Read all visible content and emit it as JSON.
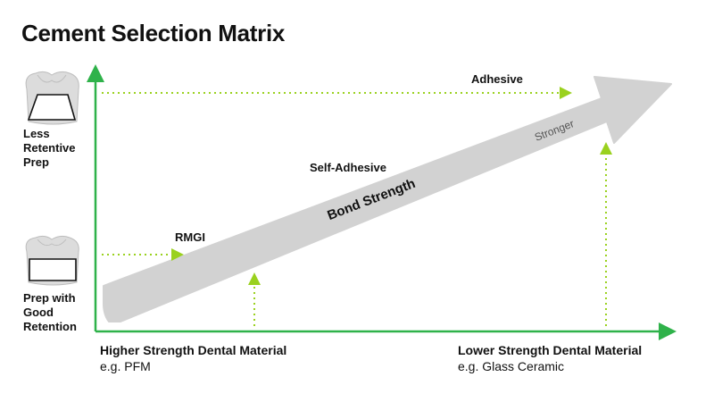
{
  "title": "Cement Selection Matrix",
  "y_axis": {
    "top_label": "Less\nRetentive\nPrep",
    "bottom_label": "Prep with\nGood\nRetention"
  },
  "x_axis": {
    "left_label": "Higher Strength Dental Material",
    "left_example": "e.g. PFM",
    "right_label": "Lower Strength Dental Material",
    "right_example": "e.g. Glass Ceramic"
  },
  "cements": {
    "rmgi": "RMGI",
    "self_adhesive": "Self-Adhesive",
    "adhesive": "Adhesive"
  },
  "arrow": {
    "label": "Bond Strength",
    "end_label": "Stronger"
  },
  "colors": {
    "axis": "#2fb24a",
    "guide": "#9ad11e",
    "arrow_fill": "#d2d2d2",
    "tooth_fill": "#dcdcdc"
  }
}
